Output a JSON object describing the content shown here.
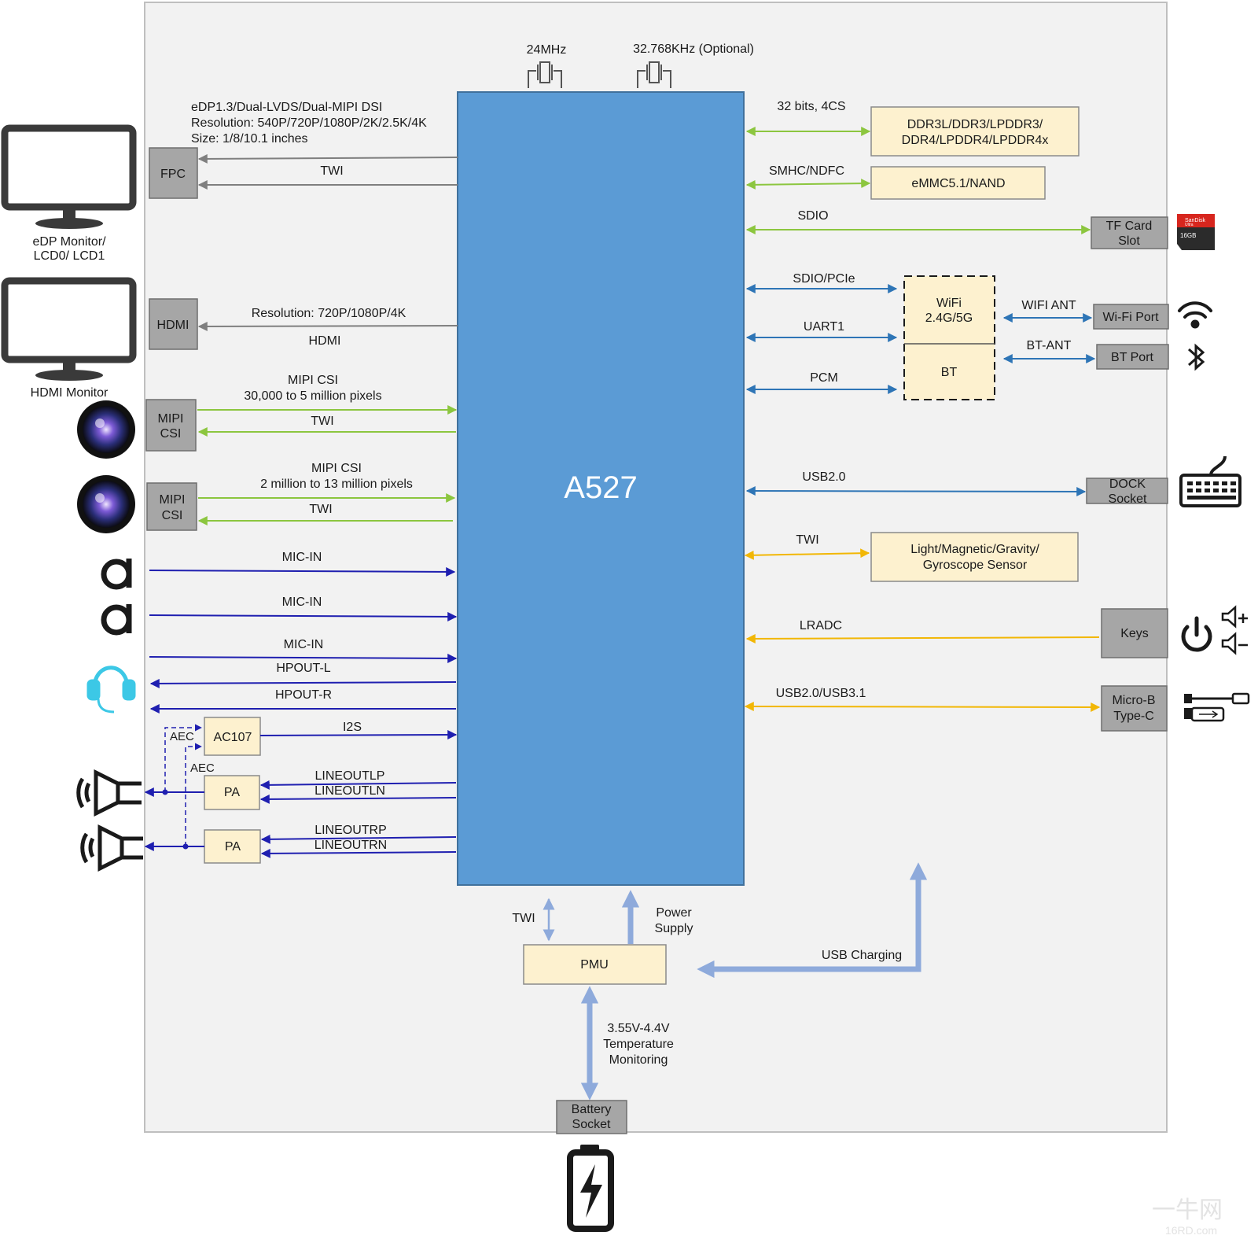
{
  "soc": {
    "name": "A527"
  },
  "clocks": {
    "main": "24MHz",
    "rtc": "32.768KHz (Optional)"
  },
  "display": {
    "edp_spec_1": "eDP1.3/Dual-LVDS/Dual-MIPI DSI",
    "edp_spec_2": "Resolution: 540P/720P/1080P/2K/2.5K/4K",
    "edp_spec_3": "Size: 1/8/10.1 inches",
    "fpc_label": "FPC",
    "fpc_twi": "TWI",
    "edp_monitor_1": "eDP Monitor/",
    "edp_monitor_2": "LCD0/ LCD1",
    "hdmi_label": "HDMI",
    "hdmi_resolution": "Resolution: 720P/1080P/4K",
    "hdmi_bus": "HDMI",
    "hdmi_monitor": "HDMI Monitor"
  },
  "camera": {
    "csi1_title": "MIPI CSI",
    "csi1_pixels": "30,000 to 5 million pixels",
    "csi1_twi": "TWI",
    "csi2_title": "MIPI CSI",
    "csi2_pixels": "2 million to 13 million pixels",
    "csi2_twi": "TWI",
    "box_line1": "MIPI",
    "box_line2": "CSI"
  },
  "audio": {
    "mic1": "MIC-IN",
    "mic2": "MIC-IN",
    "mic3": "MIC-IN",
    "hpout_l": "HPOUT-L",
    "hpout_r": "HPOUT-R",
    "codec": "AC107",
    "i2s": "I2S",
    "aec1": "AEC",
    "aec2": "AEC",
    "pa1": "PA",
    "pa2": "PA",
    "lineoutlp": "LINEOUTLP",
    "lineoutln": "LINEOUTLN",
    "lineoutrp": "LINEOUTRP",
    "lineoutrn": "LINEOUTRN"
  },
  "memory": {
    "ddr_bus": "32 bits, 4CS",
    "ddr_1": "DDR3L/DDR3/LPDDR3/",
    "ddr_2": "DDR4/LPDDR4/LPDDR4x",
    "emmc_bus": "SMHC/NDFC",
    "emmc": "eMMC5.1/NAND",
    "sdio": "SDIO",
    "tf_1": "TF Card",
    "tf_2": "Slot",
    "sd_brand": "SanDisk",
    "sd_sub": "Ultra",
    "sd_size": "16GB"
  },
  "wireless": {
    "sdio_pcie": "SDIO/PCIe",
    "uart1": "UART1",
    "pcm": "PCM",
    "wifi_1": "WiFi",
    "wifi_2": "2.4G/5G",
    "bt": "BT",
    "wifi_ant": "WIFI ANT",
    "bt_ant": "BT-ANT",
    "wifi_port": "Wi-Fi Port",
    "bt_port": "BT Port"
  },
  "peripherals": {
    "usb20": "USB2.0",
    "dock_1": "DOCK",
    "dock_2": "Socket",
    "sensor_twi": "TWI",
    "sensor_1": "Light/Magnetic/Gravity/",
    "sensor_2": "Gyroscope  Sensor",
    "lradc": "LRADC",
    "keys": "Keys",
    "usb_bus": "USB2.0/USB3.1",
    "usb_1": "Micro-B",
    "usb_2": "Type-C"
  },
  "power": {
    "twi": "TWI",
    "supply_1": "Power",
    "supply_2": "Supply",
    "pmu": "PMU",
    "usb_charging": "USB Charging",
    "batt_1": "3.55V-4.4V",
    "batt_2": "Temperature",
    "batt_3": "Monitoring",
    "socket_1": "Battery",
    "socket_2": "Socket"
  },
  "watermark": {
    "line1": "一牛网",
    "line2": "16RD.com"
  },
  "colors": {
    "cpu": "#5b9bd5",
    "panel": "#f2f2f2",
    "yellow_box": "#fdf1cf",
    "gray_box": "#a6a6a6",
    "green": "#8cc63f",
    "blue": "#2e75b6",
    "navy": "#1f1fb0",
    "amber": "#f2b705",
    "pale_blue": "#8eaadb"
  }
}
